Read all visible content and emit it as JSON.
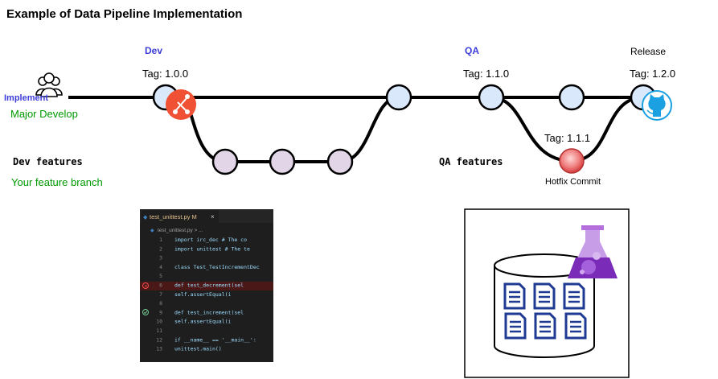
{
  "title": "Example of Data Pipeline Implementation",
  "labels": {
    "dev": "Dev",
    "qa": "QA",
    "release": "Release",
    "implement": "Implement",
    "major_develop": "Major Develop",
    "dev_features": "Dev features",
    "your_feature_branch": "Your feature branch",
    "qa_features": "QA features",
    "hotfix_commit": "Hotfix Commit"
  },
  "tags": {
    "dev": "Tag: 1.0.0",
    "qa": "Tag: 1.1.0",
    "hotfix": "Tag: 1.1.1",
    "release": "Tag: 1.2.0"
  },
  "colors": {
    "main_commit": "#dae8fc",
    "feature_commit": "#e1d5e7",
    "hotfix_commit": "#f8cecc",
    "git_orange": "#f05033",
    "github_blue": "#1ba1e2",
    "label_blue": "#3d3ddb",
    "label_green": "#009900",
    "code_bg": "#1e1e1e",
    "flask_purple": "#8b3fc8",
    "doc_blue": "#1f3a93"
  },
  "icons": [
    "users-icon",
    "git-icon",
    "github-icon",
    "flask-icon",
    "document-icon",
    "database-icon"
  ],
  "editor": {
    "tab": "test_unittest.py M",
    "breadcrumb": "test_unittest.py > ...",
    "lines": [
      {
        "n": "1",
        "text": "import irc_dec    # The co"
      },
      {
        "n": "2",
        "text": "import unittest   # The te"
      },
      {
        "n": "3",
        "text": ""
      },
      {
        "n": "4",
        "text": "class Test_TestIncrementDec"
      },
      {
        "n": "5",
        "text": ""
      },
      {
        "n": "6",
        "text": "    def test_decrement(sel"
      },
      {
        "n": "7",
        "text": "        self.assertEqual(i"
      },
      {
        "n": "8",
        "text": ""
      },
      {
        "n": "9",
        "text": "    def test_increment(sel"
      },
      {
        "n": "10",
        "text": "        self.assertEqual(i"
      },
      {
        "n": "11",
        "text": ""
      },
      {
        "n": "12",
        "text": "if __name__ == '__main__':"
      },
      {
        "n": "13",
        "text": "    unittest.main()"
      }
    ]
  }
}
